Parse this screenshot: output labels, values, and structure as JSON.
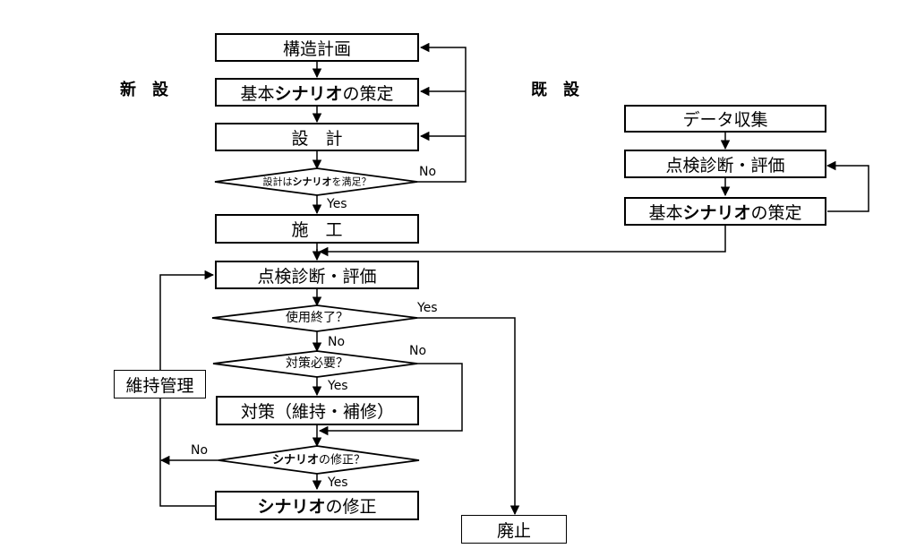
{
  "headings": {
    "new": "新　設",
    "existing": "既　設"
  },
  "new_flow": {
    "structural_plan": "構造計画",
    "scenario_formulation": {
      "prefix": "基本",
      "bold": "シナリオ",
      "suffix": "の策定"
    },
    "design": "設　計",
    "design_check": {
      "prefix": "設計は",
      "bold": "シナリオ",
      "suffix": "を満足？"
    },
    "construction": "施　工"
  },
  "existing_flow": {
    "data_collection": "データ収集",
    "inspection": "点検診断・評価",
    "scenario_formulation": {
      "prefix": "基本",
      "bold": "シナリオ",
      "suffix": "の策定"
    }
  },
  "maintenance_flow": {
    "inspection": "点検診断・評価",
    "end_of_use": "使用終了？",
    "countermeasure_needed": "対策必要？",
    "countermeasure": "対策（維持・補修）",
    "scenario_revision_check": {
      "bold": "シナリオ",
      "suffix": "の修正？"
    },
    "scenario_revision": {
      "bold": "シナリオ",
      "suffix": "の修正"
    },
    "maintenance_management": "維持管理",
    "decommission": "廃止"
  },
  "branch_labels": {
    "no_design": "No",
    "yes_design": "Yes",
    "yes_end": "Yes",
    "no_end": "No",
    "no_counter": "No",
    "yes_counter": "Yes",
    "no_scenario": "No",
    "yes_scenario": "Yes"
  }
}
